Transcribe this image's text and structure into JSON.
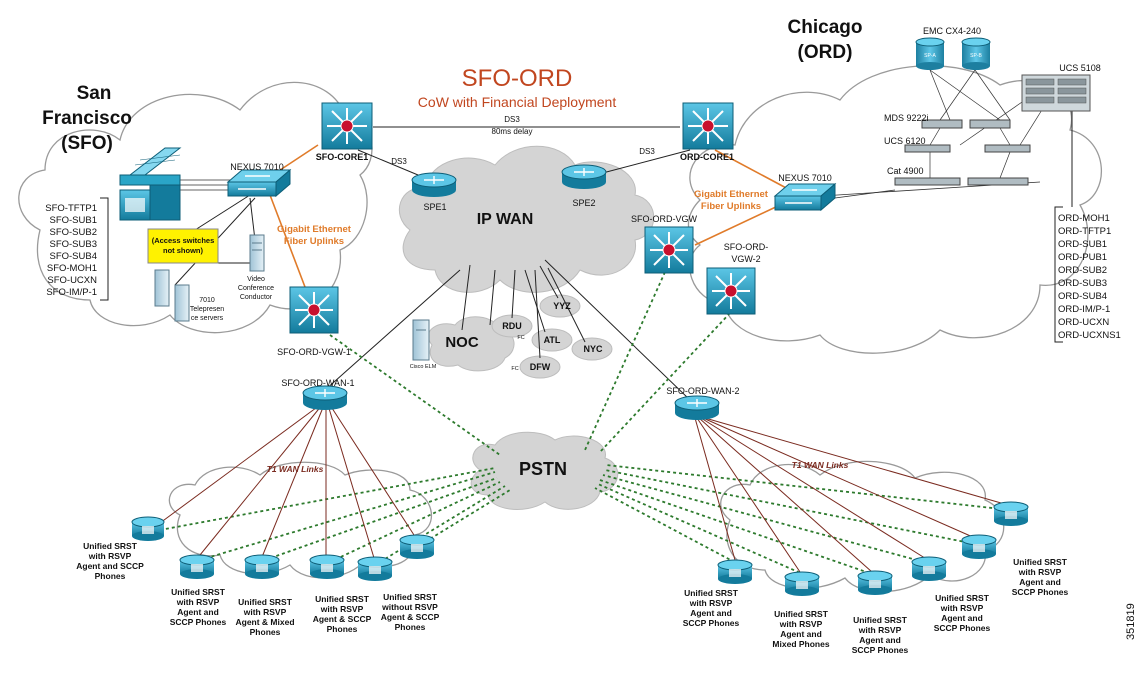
{
  "title": "SFO-ORD",
  "subtitle": "CoW with Financial Deployment",
  "sfo": {
    "city_line1": "San",
    "city_line2": "Francisco",
    "city_line3": "(SFO)",
    "core": "SFO-CORE1",
    "nexus": "NEXUS 7010",
    "uplinks_line1": "Gigabit Ethernet",
    "uplinks_line2": "Fiber Uplinks",
    "access_line1": "(Access switches",
    "access_line2": "not shown)",
    "vcc_line1": "Video",
    "vcc_line2": "Conference",
    "vcc_line3": "Conductor",
    "tp_line1": "7010",
    "tp_line2": "Telepresen",
    "tp_line3": "ce servers",
    "vgw": "SFO-ORD-VGW-1",
    "servers": [
      "SFO-TFTP1",
      "SFO-SUB1",
      "SFO-SUB2",
      "SFO-SUB3",
      "SFO-SUB4",
      "SFO-MOH1",
      "SFO-UCXN",
      "SFO-IM/P-1"
    ]
  },
  "ord": {
    "city_line1": "Chicago",
    "city_line2": "(ORD)",
    "core": "ORD-CORE1",
    "nexus": "NEXUS 7010",
    "uplinks_line1": "Gigabit Ethernet",
    "uplinks_line2": "Fiber Uplinks",
    "vgw": "SFO-ORD-VGW",
    "vgw2_line1": "SFO-ORD-",
    "vgw2_line2": "VGW-2",
    "emc": "EMC CX4-240",
    "spa": "SP-A",
    "spb": "SP-B",
    "ucs5108": "UCS 5108",
    "mds": "MDS 9222i",
    "ucs6120": "UCS 6120",
    "cat": "Cat 4900",
    "servers": [
      "ORD-MOH1",
      "ORD-TFTP1",
      "ORD-SUB1",
      "ORD-PUB1",
      "ORD-SUB2",
      "ORD-SUB3",
      "ORD-SUB4",
      "ORD-IM/P-1",
      "ORD-UCXN",
      "ORD-UCXNS1"
    ]
  },
  "wan": {
    "ds3_top": "DS3",
    "delay": "80ms delay",
    "ds3_left": "DS3",
    "ds3_right": "DS3",
    "spe1": "SPE1",
    "spe2": "SPE2",
    "ipwan": "IP WAN",
    "noc": "NOC",
    "cisco_elm": "Cisco ELM",
    "rdu": "RDU",
    "yyz": "YYZ",
    "atl": "ATL",
    "nyc": "NYC",
    "dfw": "DFW",
    "fc1": "FC",
    "fc2": "FC",
    "pstn": "PSTN",
    "wan1": "SFO-ORD-WAN-1",
    "wan2": "SFO-ORD-WAN-2",
    "t1_left": "T1 WAN Links",
    "t1_right": "T1 WAN Links"
  },
  "branches_left": [
    [
      "Unified SRST",
      "with RSVP",
      "Agent and SCCP",
      "Phones"
    ],
    [
      "Unified SRST",
      "with RSVP",
      "Agent and",
      "SCCP Phones"
    ],
    [
      "Unified SRST",
      "with RSVP",
      "Agent & Mixed",
      "Phones"
    ],
    [
      "Unified SRST",
      "with RSVP",
      "Agent & SCCP",
      "Phones"
    ],
    [
      "Unified SRST",
      "without RSVP",
      "Agent & SCCP",
      "Phones"
    ]
  ],
  "branches_right": [
    [
      "Unified SRST",
      "with RSVP",
      "Agent and",
      "SCCP Phones"
    ],
    [
      "Unified SRST",
      "with RSVP",
      "Agent and",
      "Mixed Phones"
    ],
    [
      "Unified SRST",
      "with RSVP",
      "Agent and",
      "SCCP Phones"
    ],
    [
      "Unified SRST",
      "with RSVP",
      "Agent and",
      "SCCP Phones"
    ],
    [
      "Unified SRST",
      "with RSVP",
      "Agent and",
      "SCCP Phones"
    ]
  ],
  "figure_id": "351819",
  "colors": {
    "device": "#2aa5c7",
    "device_dark": "#11708e",
    "title": "#c1461f",
    "uplink": "#e07b2a",
    "t1_link": "#7a2a1f",
    "pstn_link": "#2d7a2d"
  }
}
